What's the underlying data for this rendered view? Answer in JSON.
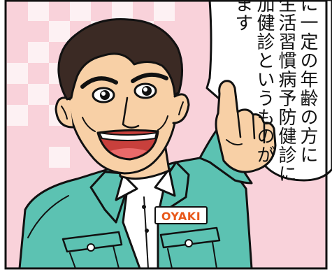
{
  "speech_bubble": {
    "lines": [
      "に一定の年齢の方に",
      "生活習慣病予防健診に",
      "加健診というものが",
      "ます"
    ]
  },
  "uniform": {
    "badge_text": "OYAKI"
  },
  "colors": {
    "background_pink": "#f9d2da",
    "checker_white": "#fdf1f3",
    "jacket": "#5cc2b2",
    "jacket_dark": "#3fa999",
    "skin": "#f8d0a6",
    "hair": "#3b2a24",
    "mouth": "#c8403c",
    "tongue": "#ea6a6a",
    "badge": "#e8581a",
    "line": "#111111"
  }
}
